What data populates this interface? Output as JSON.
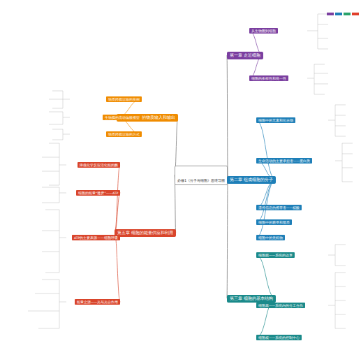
{
  "diagram": {
    "nodes": [
      {
        "text": [
          "必修1《分子与细胞》思维导图"
        ]
      },
      {
        "text": [
          "第一章 走近细胞"
        ]
      },
      {
        "text": [
          "第二章 组成细胞的分子"
        ]
      },
      {
        "text": [
          "第三章 细胞的基本结构"
        ]
      },
      {
        "text": [
          "第四章 细胞的物质输入和输出"
        ]
      },
      {
        "text": [
          "第五章 细胞的能量供应和利用"
        ]
      },
      {
        "text": [
          "从生物圈到细胞"
        ]
      },
      {
        "text": [
          "细胞的多样性和统一性"
        ]
      },
      {
        "text": [
          "细胞中的元素和化合物"
        ]
      },
      {
        "text": [
          "生命活动的主要承担者——蛋白质"
        ]
      },
      {
        "text": [
          "遗传信息的携带者——核酸"
        ]
      },
      {
        "text": [
          "细胞中的糖类和脂质"
        ]
      },
      {
        "text": [
          "细胞中的无机物"
        ]
      },
      {
        "text": [
          "细胞膜——系统的边界"
        ]
      },
      {
        "text": [
          "细胞器——系统内的分工合作"
        ]
      },
      {
        "text": [
          "细胞核——系统的控制中心"
        ]
      },
      {
        "text": [
          "物质跨膜运输的实例"
        ]
      },
      {
        "text": [
          "生物膜的流动镶嵌模型"
        ]
      },
      {
        "text": [
          "物质跨膜运输的方式"
        ]
      },
      {
        "text": [
          "降低化学反应活化能的酶"
        ]
      },
      {
        "text": [
          "细胞的能量“通货”——ATP"
        ]
      },
      {
        "text": [
          "ATP的主要来源——细胞呼吸"
        ]
      },
      {
        "text": [
          "能量之源——光与光合作用"
        ]
      }
    ],
    "edges": [
      {
        "from": 0,
        "to": 1,
        "arrow": "none"
      },
      {
        "from": 0,
        "to": 2,
        "arrow": "none"
      },
      {
        "from": 0,
        "to": 3,
        "arrow": "none"
      },
      {
        "from": 0,
        "to": 4,
        "arrow": "none"
      },
      {
        "from": 0,
        "to": 5,
        "arrow": "none"
      },
      {
        "from": 1,
        "to": 6,
        "arrow": "none"
      },
      {
        "from": 1,
        "to": 7,
        "arrow": "none"
      },
      {
        "from": 2,
        "to": 8,
        "arrow": "none"
      },
      {
        "from": 2,
        "to": 9,
        "arrow": "none"
      },
      {
        "from": 2,
        "to": 10,
        "arrow": "none"
      },
      {
        "from": 2,
        "to": 11,
        "arrow": "none"
      },
      {
        "from": 2,
        "to": 12,
        "arrow": "none"
      },
      {
        "from": 3,
        "to": 13,
        "arrow": "none"
      },
      {
        "from": 3,
        "to": 14,
        "arrow": "none"
      },
      {
        "from": 3,
        "to": 15,
        "arrow": "none"
      },
      {
        "from": 4,
        "to": 16,
        "arrow": "none"
      },
      {
        "from": 4,
        "to": 17,
        "arrow": "none"
      },
      {
        "from": 4,
        "to": 18,
        "arrow": "none"
      },
      {
        "from": 5,
        "to": 19,
        "arrow": "none"
      },
      {
        "from": 5,
        "to": 20,
        "arrow": "none"
      },
      {
        "from": 5,
        "to": 21,
        "arrow": "none"
      },
      {
        "from": 5,
        "to": 22,
        "arrow": "none"
      }
    ]
  }
}
